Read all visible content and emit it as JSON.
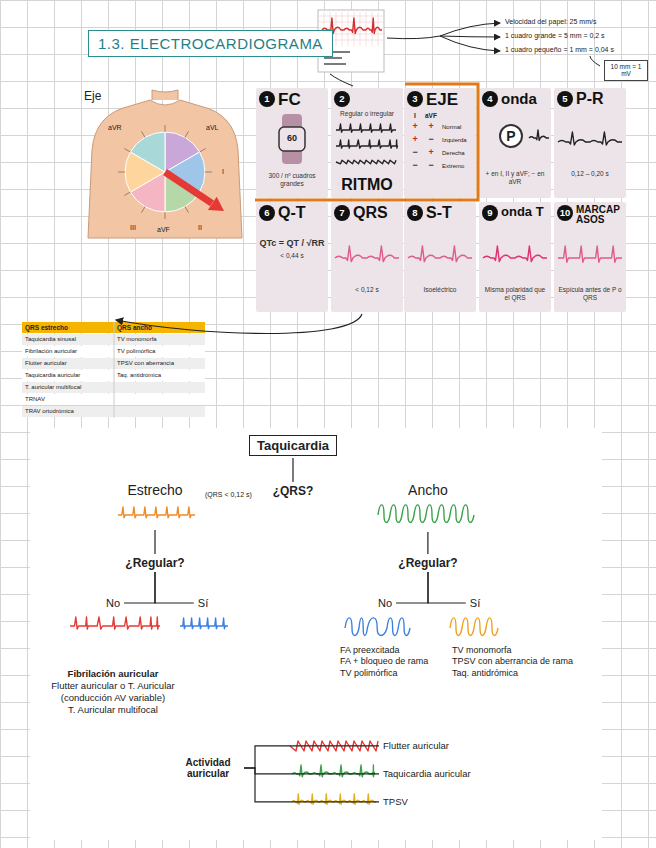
{
  "diagram": {
    "title": "1.3. ELECTROCARDIOGRAMA",
    "nodes": [
      {
        "text": [
          "1.3. ELECTROCARDIOGRAMA"
        ]
      },
      {
        "text": [
          "10 mm = 1 mV"
        ]
      },
      {
        "text": [
          "1",
          "FC",
          "300 / nº cuadros grandes"
        ]
      },
      {
        "text": [
          "2",
          "RITMO",
          "Regular o irregular"
        ]
      },
      {
        "text": [
          "3",
          "EJE"
        ]
      },
      {
        "text": [
          "4",
          "onda",
          "+ en I, II y aVF; − en aVR"
        ]
      },
      {
        "text": [
          "P"
        ],
        "in": 5
      },
      {
        "text": [
          "5",
          "P-R",
          "0,12 – 0,20 s"
        ]
      },
      {
        "text": [
          "6",
          "Q-T",
          "QTc = QT / √RR",
          "< 0,44 s"
        ]
      },
      {
        "text": [
          "7",
          "QRS",
          "< 0,12 s"
        ]
      },
      {
        "text": [
          "8",
          "S-T",
          "Isoeléctrico"
        ]
      },
      {
        "text": [
          "9",
          "onda T",
          "Misma polaridad que el QRS"
        ]
      },
      {
        "text": [
          "10",
          "MARCAPASOS",
          "Espícula antes de P o QRS"
        ]
      },
      {
        "text": [
          "Taquicardia"
        ]
      },
      {
        "text": [
          "¿QRS?"
        ]
      },
      {
        "text": [
          "Estrecho"
        ]
      },
      {
        "text": [
          "Ancho"
        ]
      },
      {
        "text": [
          "¿Regular?"
        ]
      },
      {
        "text": [
          "¿Regular?"
        ]
      },
      {
        "text": [
          "No"
        ]
      },
      {
        "text": [
          "Sí"
        ]
      },
      {
        "text": [
          "No"
        ]
      },
      {
        "text": [
          "Sí"
        ]
      },
      {
        "text": [
          "Fibrilación auricular",
          "Flutter auricular o T. Auricular (conducción AV variable)",
          "T. Auricular multifocal"
        ]
      },
      {
        "text": [
          "FA preexcitada",
          "FA + bloqueo de rama",
          "TV polimórfica"
        ]
      },
      {
        "text": [
          "TV monomorfa",
          "TPSV con aberrancia de rama",
          "Taq. antidrómica"
        ]
      },
      {
        "text": [
          "Actividad auricular"
        ]
      },
      {
        "text": [
          "Flutter auricular"
        ]
      },
      {
        "text": [
          "Taquicardia auricular"
        ]
      },
      {
        "text": [
          "TPSV"
        ]
      }
    ],
    "edges": [
      {
        "from": 13,
        "to": 14,
        "arrow": "none"
      },
      {
        "from": 15,
        "to": 17,
        "arrow": "none"
      },
      {
        "from": 17,
        "to": 19,
        "arrow": "none"
      },
      {
        "from": 17,
        "to": 20,
        "arrow": "none"
      },
      {
        "from": 16,
        "to": 18,
        "arrow": "none"
      },
      {
        "from": 18,
        "to": 21,
        "arrow": "none"
      },
      {
        "from": 18,
        "to": 22,
        "arrow": "none"
      },
      {
        "from": 26,
        "to": 27,
        "arrow": "none"
      },
      {
        "from": 26,
        "to": 28,
        "arrow": "none"
      },
      {
        "from": 26,
        "to": 29,
        "arrow": "none"
      }
    ],
    "labels": [
      "Eje",
      "aVR",
      "aVL",
      "I",
      "II",
      "III",
      "aVF",
      "Velocidad del papel: 25 mm/s",
      "1 cuadro grande = 5 mm = 0,2 s",
      "1 cuadro pequeño = 1 mm = 0,04 s",
      "60",
      "I",
      "aVF",
      "+",
      "+",
      "+",
      "−",
      "−",
      "+",
      "−",
      "−",
      "Normal",
      "Izquierda",
      "Derecha",
      "Extremo",
      "QRS estrecho",
      "QRS ancho",
      "Taquicardia sinusal",
      "Fibrilación auricular",
      "Flutter auricular",
      "Taquicardia auricular",
      "T. auricular multifocal",
      "TRNAV",
      "TRAV ortodrómica",
      "TV monomorfa",
      "TV polimórfica",
      "TPSV con aberrancia",
      "Taq. antidrómica",
      "(QRS < 0,12 s)"
    ]
  }
}
